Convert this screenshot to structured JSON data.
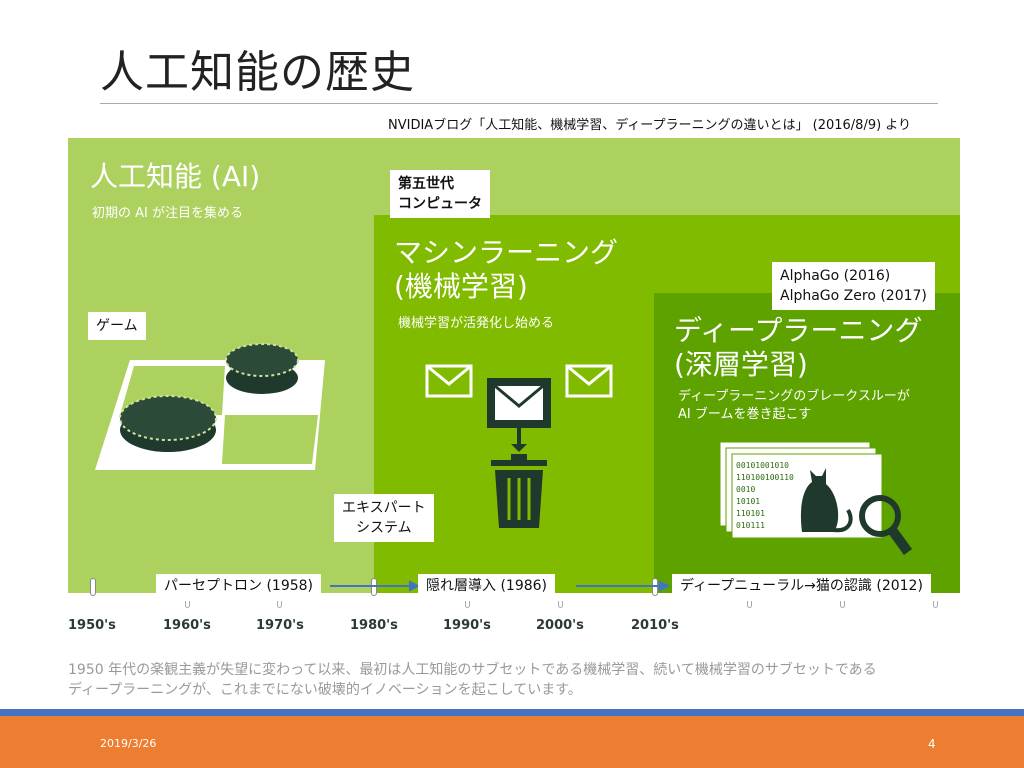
{
  "title": "人工知能の歴史",
  "source": "NVIDIAブログ「人工知能、機械学習、ディープラーニングの違いとは」 (2016/8/9) より",
  "ai": {
    "heading": "人工知能 (AI)",
    "sub": "初期の AI が注目を集める",
    "game_label": "ゲーム"
  },
  "ml": {
    "heading_1": "マシンラーニング",
    "heading_2": "(機械学習)",
    "sub": "機械学習が活発化し始める",
    "fifth_gen_1": "第五世代",
    "fifth_gen_2": "コンピュータ",
    "expert_1": "エキスパート",
    "expert_2": "システム"
  },
  "dl": {
    "heading_1": "ディープラーニング",
    "heading_2": "(深層学習)",
    "sub_1": "ディープラーニングのブレークスルーが",
    "sub_2": "AI ブームを巻き起こす",
    "alphago_1": "AlphaGo (2016)",
    "alphago_2": "AlphaGo Zero (2017)",
    "binary": [
      "00101001010",
      "110100100110",
      "0010",
      "10101",
      "110101",
      "010111"
    ]
  },
  "timeline": {
    "events": [
      "パーセプトロン (1958)",
      "隠れ層導入 (1986)",
      "ディープニューラル→猫の認識 (2012)"
    ],
    "decades": [
      "1950's",
      "1960's",
      "1970's",
      "1980's",
      "1990's",
      "2000's",
      "2010's"
    ]
  },
  "bottom_text_1": "1950 年代の楽観主義が失望に変わって以来、最初は人工知能のサブセットである機械学習、続いて機械学習のサブセットである",
  "bottom_text_2": "ディープラーニングが、これまでにない破壊的イノベーションを起こしています。",
  "footer": {
    "date": "2019/3/26",
    "page": "4"
  },
  "colors": {
    "ai": "#add15e",
    "ml": "#80bb00",
    "dl": "#5ea200",
    "blue": "#4472c4",
    "orange": "#ed7d31"
  }
}
